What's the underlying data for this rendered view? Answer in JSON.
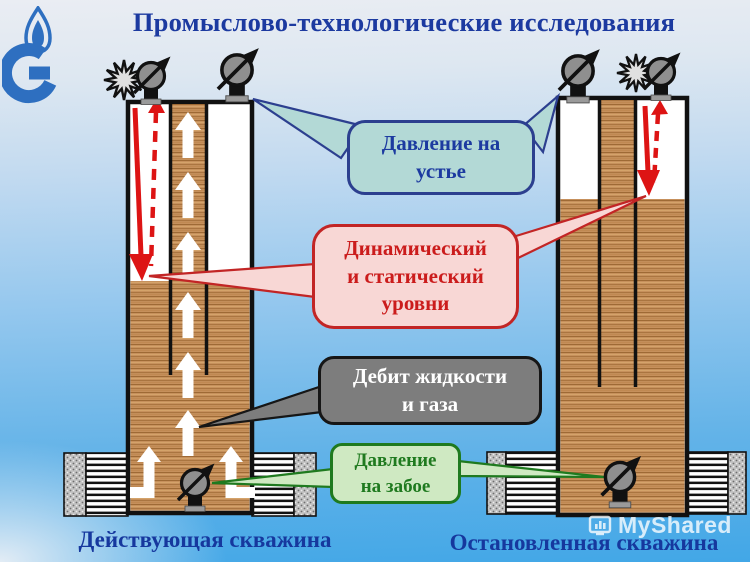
{
  "title": "Промыслово-технологические исследования",
  "callouts": {
    "wellhead_pressure": {
      "text": "Давление на\nустье",
      "fill": "#b3d9d6",
      "border": "#2c3f8f"
    },
    "levels": {
      "text": "Динамический\nи статический\nуровни",
      "fill": "#f8d7d5",
      "border": "#c22525"
    },
    "flow_rate": {
      "text": "Дебит жидкости\nи газа",
      "fill": "#7d7d7d",
      "border": "#161616"
    },
    "bottomhole_pressure": {
      "text": "Давление\nна забое",
      "fill": "#cfe9c2",
      "border": "#1f7a1f"
    }
  },
  "captions": {
    "left_well": "Действующая  скважина",
    "right_well": "Остановленная  скважина"
  },
  "watermark": "MyShared",
  "colors": {
    "title_text": "#1c3aa0",
    "caption_text": "#16389e",
    "wood": "#c6905c",
    "level_arrow_red": "#dd1414",
    "logo_blue": "#2e6fc0"
  }
}
